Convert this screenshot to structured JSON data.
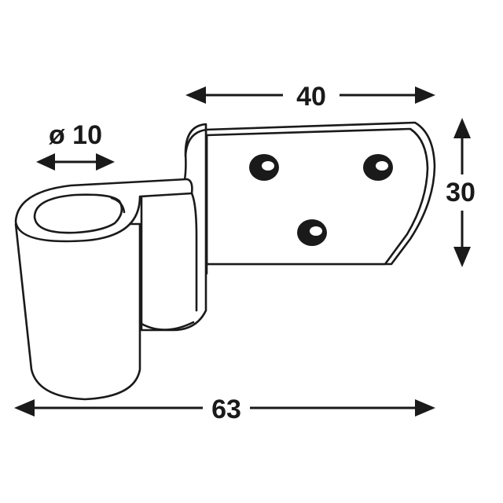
{
  "dimensions": {
    "top_width": "40",
    "pin_diameter": "ø 10",
    "height": "30",
    "overall_width": "63"
  },
  "colors": {
    "stroke": "#1a1a1a",
    "fill": "#ffffff"
  }
}
